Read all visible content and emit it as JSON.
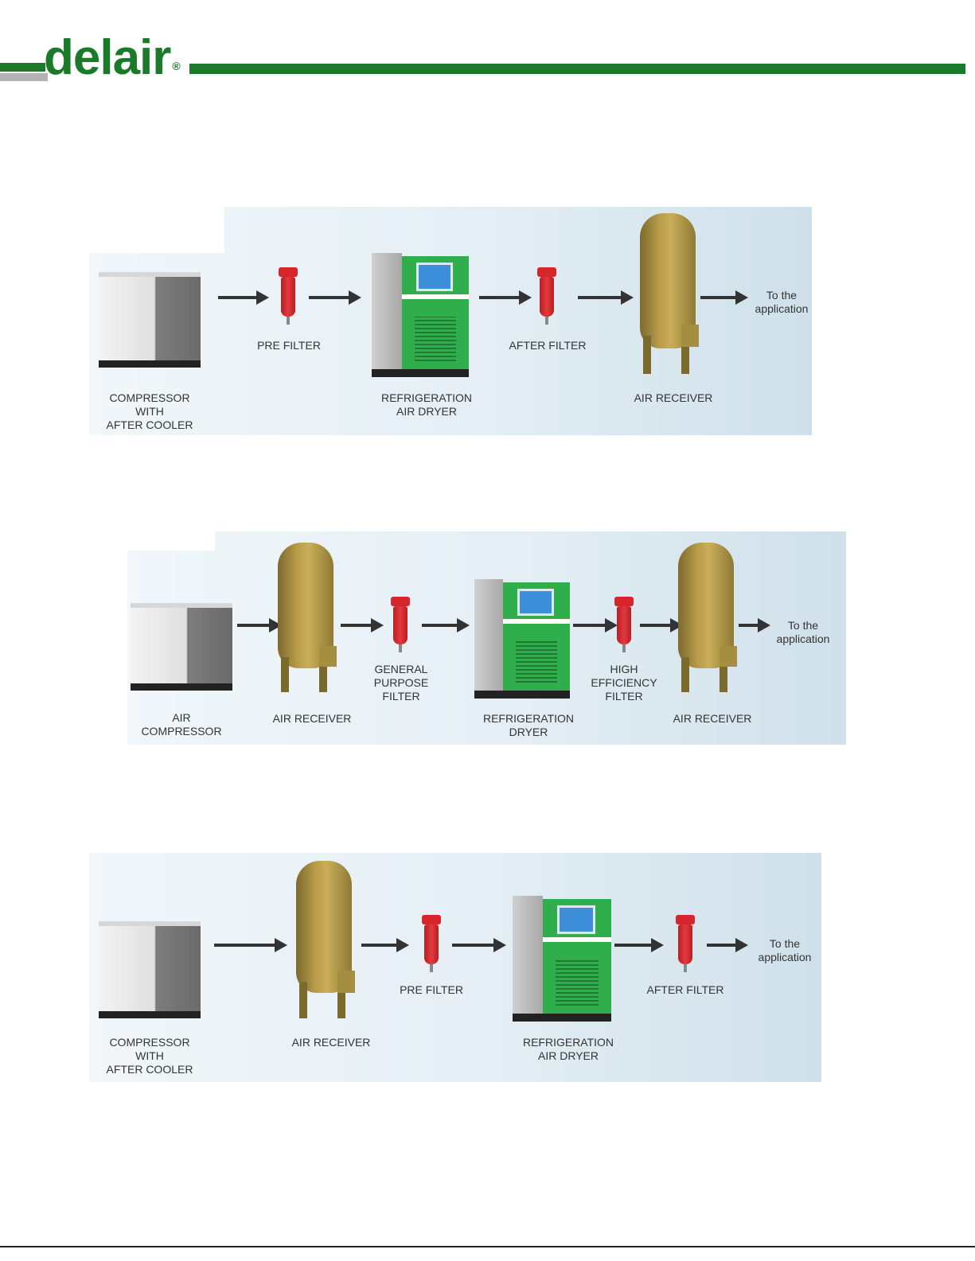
{
  "header": {
    "logo_text": "delair",
    "logo_mark": "®",
    "brand_color": "#1a7a2a"
  },
  "diagrams": [
    {
      "labels": {
        "compressor": "COMPRESSOR\nWITH\nAFTER COOLER",
        "pre_filter": "PRE FILTER",
        "dryer": "REFRIGERATION\nAIR DRYER",
        "after_filter": "AFTER FILTER",
        "receiver": "AIR RECEIVER",
        "destination": "To the\napplication"
      }
    },
    {
      "labels": {
        "compressor": "AIR\nCOMPRESSOR",
        "receiver_1": "AIR RECEIVER",
        "general_filter": "GENERAL\nPURPOSE\nFILTER",
        "dryer": "REFRIGERATION\nDRYER",
        "high_filter": "HIGH\nEFFICIENCY\nFILTER",
        "receiver_2": "AIR RECEIVER",
        "destination": "To the\napplication"
      }
    },
    {
      "labels": {
        "compressor": "COMPRESSOR\nWITH\nAFTER COOLER",
        "receiver": "AIR RECEIVER",
        "pre_filter": "PRE FILTER",
        "dryer": "REFRIGERATION\nAIR DRYER",
        "after_filter": "AFTER FILTER",
        "destination": "To the\napplication"
      }
    }
  ]
}
